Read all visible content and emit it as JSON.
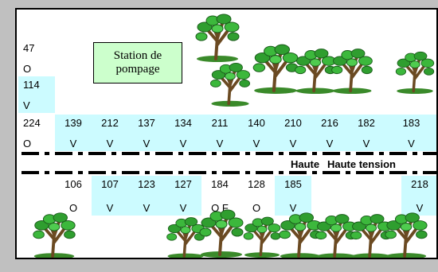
{
  "station_label": [
    "Station de",
    "pompage"
  ],
  "high_voltage_labels": [
    "Haute",
    "Haute tension"
  ],
  "upper_left_cells": [
    {
      "num": "47",
      "code": "O",
      "cyan": false
    },
    {
      "num": "114",
      "code": "V",
      "cyan": true
    },
    {
      "num": "224",
      "code": "O",
      "cyan": false
    }
  ],
  "upper_row": [
    {
      "num": "139",
      "code": "V"
    },
    {
      "num": "212",
      "code": "V"
    },
    {
      "num": "137",
      "code": "V"
    },
    {
      "num": "134",
      "code": "V"
    },
    {
      "num": "211",
      "code": "V"
    },
    {
      "num": "140",
      "code": "V"
    },
    {
      "num": "210",
      "code": "V"
    },
    {
      "num": "216",
      "code": "V"
    },
    {
      "num": "182",
      "code": "V"
    },
    {
      "num": "183",
      "code": "V"
    }
  ],
  "lower_row": [
    {
      "num": "106",
      "code": "O",
      "cyan": false
    },
    {
      "num": "107",
      "code": "V",
      "cyan": true
    },
    {
      "num": "123",
      "code": "V",
      "cyan": true
    },
    {
      "num": "127",
      "code": "V",
      "cyan": true
    },
    {
      "num": "184",
      "code": "O F",
      "cyan": false
    },
    {
      "num": "128",
      "code": "O",
      "cyan": false
    },
    {
      "num": "185",
      "code": "V",
      "cyan": true
    },
    {
      "num": "218",
      "code": "V",
      "cyan": true
    }
  ],
  "colors": {
    "cyan_cell": "#ccfbff",
    "label_box": "#ccffcc",
    "tree_leaf": "#2f9e2f",
    "tree_trunk": "#6b4a22"
  }
}
